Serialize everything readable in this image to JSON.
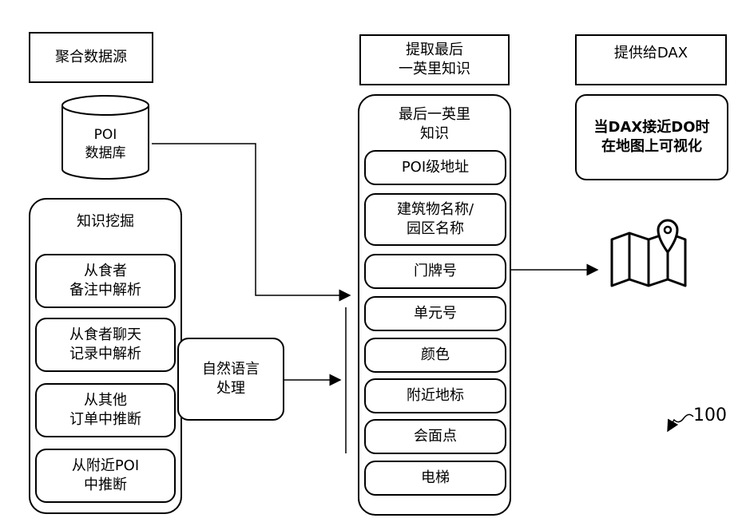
{
  "headers": {
    "aggregate_sources": "聚合数据源",
    "extract_knowledge": "提取最后\n一英里知识",
    "provide_dax": "提供给DAX"
  },
  "poi_database": "POI\n数据库",
  "mining": {
    "title": "知识挖掘",
    "items": [
      "从食者\n备注中解析",
      "从食者聊天\n记录中解析",
      "从其他\n订单中推断",
      "从附近POI\n中推断"
    ]
  },
  "nlp": "自然语言\n处理",
  "knowledge": {
    "title": "最后一英里\n知识",
    "items": [
      "POI级地址",
      "建筑物名称/\n园区名称",
      "门牌号",
      "单元号",
      "颜色",
      "附近地标",
      "会面点",
      "电梯"
    ]
  },
  "visualize": "当DAX接近DO时\n在地图上可视化",
  "reference_number": "100",
  "icons": [
    "map-pin-icon"
  ]
}
